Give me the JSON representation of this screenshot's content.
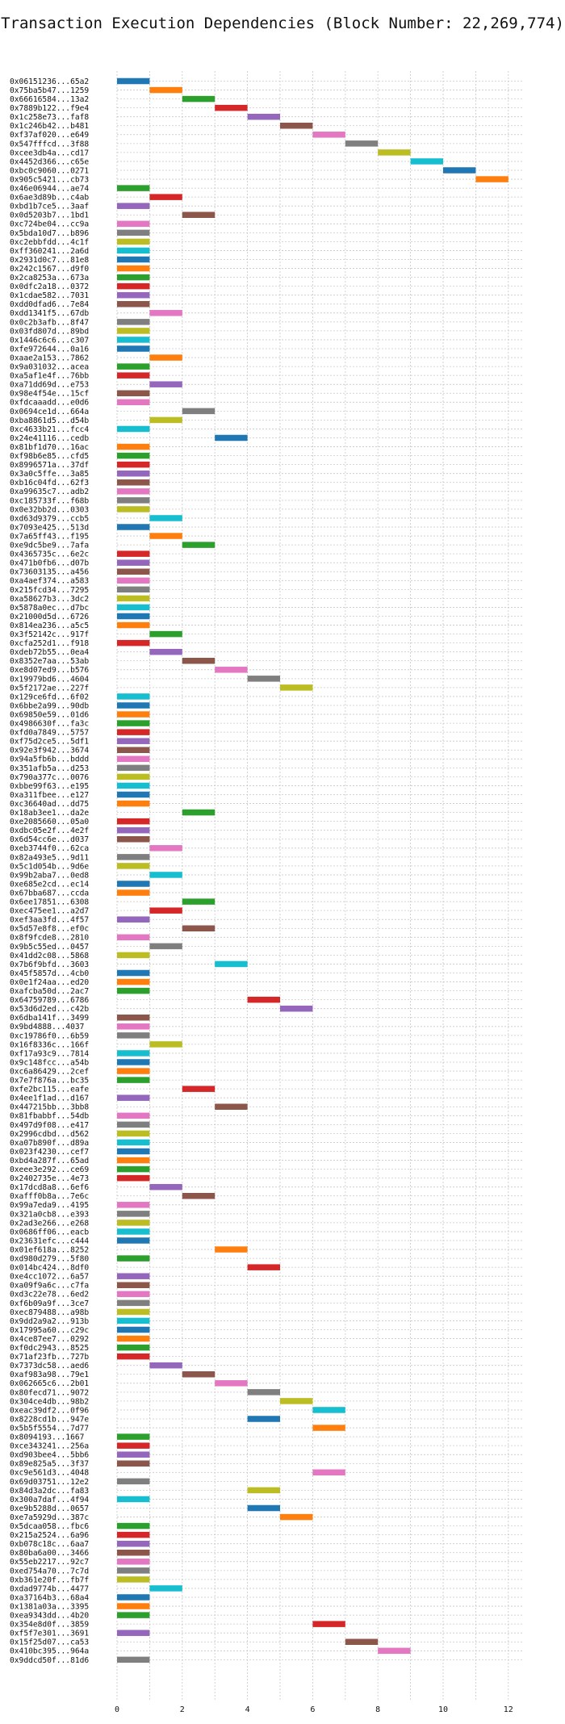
{
  "chart_data": {
    "type": "bar",
    "title": "Transaction Execution Dependencies (Block Number: 22,269,774)",
    "xlabel": "",
    "ylabel": "",
    "xlim": [
      0,
      12.8
    ],
    "xticks": [
      0,
      2,
      4,
      6,
      8,
      10,
      12
    ],
    "grid": true,
    "orientation": "horizontal-gantt",
    "palette": [
      "#1f77b4",
      "#ff7f0e",
      "#2ca02c",
      "#d62728",
      "#9467bd",
      "#8c564b",
      "#e377c2",
      "#7f7f7f",
      "#bcbd22",
      "#17becf"
    ],
    "transactions": [
      {
        "label": "0x06151236...65a2",
        "start": 0
      },
      {
        "label": "0x75ba5b47...1259",
        "start": 1
      },
      {
        "label": "0x66616584...13a2",
        "start": 2
      },
      {
        "label": "0x7889b122...f9e4",
        "start": 3
      },
      {
        "label": "0x1c258e73...faf8",
        "start": 4
      },
      {
        "label": "0x1c246b42...b481",
        "start": 5
      },
      {
        "label": "0xf37af020...e649",
        "start": 6
      },
      {
        "label": "0x547fffcd...3f88",
        "start": 7
      },
      {
        "label": "0xcee3db4a...cd17",
        "start": 8
      },
      {
        "label": "0x4452d366...c65e",
        "start": 9
      },
      {
        "label": "0xbc0c9060...0271",
        "start": 10
      },
      {
        "label": "0x905c5421...cb73",
        "start": 11
      },
      {
        "label": "0x46e06944...ae74",
        "start": 0
      },
      {
        "label": "0x6ae3d89b...c4ab",
        "start": 1
      },
      {
        "label": "0xbd1b7ce5...3aaf",
        "start": 0
      },
      {
        "label": "0x0d5203b7...1bd1",
        "start": 2
      },
      {
        "label": "0xc724be04...cc9a",
        "start": 0
      },
      {
        "label": "0x5bda10d7...b896",
        "start": 0
      },
      {
        "label": "0xc2ebbfdd...4c1f",
        "start": 0
      },
      {
        "label": "0xff360241...2a6d",
        "start": 0
      },
      {
        "label": "0x2931d0c7...81e8",
        "start": 0
      },
      {
        "label": "0x242c1567...d9f0",
        "start": 0
      },
      {
        "label": "0x2ca8253a...673a",
        "start": 0
      },
      {
        "label": "0x0dfc2a18...0372",
        "start": 0
      },
      {
        "label": "0x1cdae582...7031",
        "start": 0
      },
      {
        "label": "0xdd0dfad6...7e84",
        "start": 0
      },
      {
        "label": "0xdd1341f5...67db",
        "start": 1
      },
      {
        "label": "0x0c2b3afb...8f47",
        "start": 0
      },
      {
        "label": "0x03fd807d...89bd",
        "start": 0
      },
      {
        "label": "0x1446c6c6...c307",
        "start": 0
      },
      {
        "label": "0xfe972644...0a16",
        "start": 0
      },
      {
        "label": "0xaae2a153...7862",
        "start": 1
      },
      {
        "label": "0x9a031032...acea",
        "start": 0
      },
      {
        "label": "0xa5af1e4f...76bb",
        "start": 0
      },
      {
        "label": "0xa71dd69d...e753",
        "start": 1
      },
      {
        "label": "0x98e4f54e...15cf",
        "start": 0
      },
      {
        "label": "0xfdcaaadd...e0d6",
        "start": 0
      },
      {
        "label": "0x0694ce1d...664a",
        "start": 2
      },
      {
        "label": "0xba8861d5...d54b",
        "start": 1
      },
      {
        "label": "0xc4633b21...fcc4",
        "start": 0
      },
      {
        "label": "0x24e41116...cedb",
        "start": 3
      },
      {
        "label": "0x81bf1d70...16ac",
        "start": 0
      },
      {
        "label": "0xf98b6e85...cfd5",
        "start": 0
      },
      {
        "label": "0x8996571a...37df",
        "start": 0
      },
      {
        "label": "0x3a0c5ffe...3a85",
        "start": 0
      },
      {
        "label": "0xb16c04fd...62f3",
        "start": 0
      },
      {
        "label": "0xa99635c7...adb2",
        "start": 0
      },
      {
        "label": "0xc185733f...f68b",
        "start": 0
      },
      {
        "label": "0x0e32bb2d...0303",
        "start": 0
      },
      {
        "label": "0xd63d9379...ccb5",
        "start": 1
      },
      {
        "label": "0x7093e425...513d",
        "start": 0
      },
      {
        "label": "0x7a65ff43...f195",
        "start": 1
      },
      {
        "label": "0xe9dc5be9...7afa",
        "start": 2
      },
      {
        "label": "0x4365735c...6e2c",
        "start": 0
      },
      {
        "label": "0x471b0fb6...d07b",
        "start": 0
      },
      {
        "label": "0x73603135...a456",
        "start": 0
      },
      {
        "label": "0xa4aef374...a583",
        "start": 0
      },
      {
        "label": "0x215fcd34...7295",
        "start": 0
      },
      {
        "label": "0xa58627b3...3dc2",
        "start": 0
      },
      {
        "label": "0x5878a0ec...d7bc",
        "start": 0
      },
      {
        "label": "0x21000d5d...6726",
        "start": 0
      },
      {
        "label": "0x814ea236...a5c5",
        "start": 0
      },
      {
        "label": "0x3f52142c...917f",
        "start": 1
      },
      {
        "label": "0xcfa252d1...f918",
        "start": 0
      },
      {
        "label": "0xdeb72b55...0ea4",
        "start": 1
      },
      {
        "label": "0x8352e7aa...53ab",
        "start": 2
      },
      {
        "label": "0xe8d07ed9...b576",
        "start": 3
      },
      {
        "label": "0x19979bd6...4604",
        "start": 4
      },
      {
        "label": "0x5f2172ae...227f",
        "start": 5
      },
      {
        "label": "0x129ce6fd...6f02",
        "start": 0
      },
      {
        "label": "0x6bbe2a99...90db",
        "start": 0
      },
      {
        "label": "0x69850e59...01d6",
        "start": 0
      },
      {
        "label": "0x4986630f...fa3c",
        "start": 0
      },
      {
        "label": "0xfd0a7849...5757",
        "start": 0
      },
      {
        "label": "0xf75d2ce5...5df1",
        "start": 0
      },
      {
        "label": "0x92e3f942...3674",
        "start": 0
      },
      {
        "label": "0x94a5fb6b...bddd",
        "start": 0
      },
      {
        "label": "0x351afb5a...d253",
        "start": 0
      },
      {
        "label": "0x790a377c...0076",
        "start": 0
      },
      {
        "label": "0xbbe99f63...e195",
        "start": 0
      },
      {
        "label": "0xa311fbee...e127",
        "start": 0
      },
      {
        "label": "0xc36640ad...dd75",
        "start": 0
      },
      {
        "label": "0x18ab3ee1...da2e",
        "start": 2
      },
      {
        "label": "0xe2085660...05a0",
        "start": 0
      },
      {
        "label": "0xdbc05e2f...4e2f",
        "start": 0
      },
      {
        "label": "0x6d54cc6e...d037",
        "start": 0
      },
      {
        "label": "0xeb3744f0...62ca",
        "start": 1
      },
      {
        "label": "0x82a493e5...9d11",
        "start": 0
      },
      {
        "label": "0x5c1d054b...9d6e",
        "start": 0
      },
      {
        "label": "0x99b2aba7...0ed8",
        "start": 1
      },
      {
        "label": "0xe685e2cd...ec14",
        "start": 0
      },
      {
        "label": "0x67bba687...ccda",
        "start": 0
      },
      {
        "label": "0x6ee17851...6308",
        "start": 2
      },
      {
        "label": "0xec475ee1...a2d7",
        "start": 1
      },
      {
        "label": "0xef3aa3fd...4f57",
        "start": 0
      },
      {
        "label": "0x5d57e8f8...ef0c",
        "start": 2
      },
      {
        "label": "0x8f9fcde8...2810",
        "start": 0
      },
      {
        "label": "0x9b5c55ed...0457",
        "start": 1
      },
      {
        "label": "0x41dd2c08...5868",
        "start": 0
      },
      {
        "label": "0x7b6f9bfd...3603",
        "start": 3
      },
      {
        "label": "0x45f5857d...4cb0",
        "start": 0
      },
      {
        "label": "0x0e1f24aa...ed20",
        "start": 0
      },
      {
        "label": "0xafcba50d...2ac7",
        "start": 0
      },
      {
        "label": "0x64759789...6786",
        "start": 4
      },
      {
        "label": "0x53d6d2ed...c42b",
        "start": 5
      },
      {
        "label": "0x6dba141f...3499",
        "start": 0
      },
      {
        "label": "0x9bd4888...4037",
        "start": 0
      },
      {
        "label": "0xc19786f0...6b59",
        "start": 0
      },
      {
        "label": "0x16f8336c...166f",
        "start": 1
      },
      {
        "label": "0xf17a93c9...7814",
        "start": 0
      },
      {
        "label": "0x9c148fcc...a54b",
        "start": 0
      },
      {
        "label": "0xc6a86429...2cef",
        "start": 0
      },
      {
        "label": "0x7e7f876a...bc35",
        "start": 0
      },
      {
        "label": "0xfe2bc115...eafe",
        "start": 2
      },
      {
        "label": "0x4ee1f1ad...d167",
        "start": 0
      },
      {
        "label": "0x447215bb...3bb8",
        "start": 3
      },
      {
        "label": "0x81fbabbf...54db",
        "start": 0
      },
      {
        "label": "0x497d9f08...e417",
        "start": 0
      },
      {
        "label": "0x2996cdbd...d562",
        "start": 0
      },
      {
        "label": "0xa07b890f...d89a",
        "start": 0
      },
      {
        "label": "0x023f4230...cef7",
        "start": 0
      },
      {
        "label": "0xbd4a287f...65ad",
        "start": 0
      },
      {
        "label": "0xeee3e292...ce69",
        "start": 0
      },
      {
        "label": "0x2402735e...4e73",
        "start": 0
      },
      {
        "label": "0x17dcd8a8...6ef6",
        "start": 1
      },
      {
        "label": "0xafff0b8a...7e6c",
        "start": 2
      },
      {
        "label": "0x99a7eda9...4195",
        "start": 0
      },
      {
        "label": "0x321a0cb8...e393",
        "start": 0
      },
      {
        "label": "0x2ad3e266...e268",
        "start": 0
      },
      {
        "label": "0x0686ff06...eacb",
        "start": 0
      },
      {
        "label": "0x23631efc...c444",
        "start": 0
      },
      {
        "label": "0x01ef618a...8252",
        "start": 3
      },
      {
        "label": "0xd980d279...5f80",
        "start": 0
      },
      {
        "label": "0x014bc424...8df0",
        "start": 4
      },
      {
        "label": "0xe4cc1072...6a57",
        "start": 0
      },
      {
        "label": "0xa09f9a6c...c7fa",
        "start": 0
      },
      {
        "label": "0xd3c22e78...6ed2",
        "start": 0
      },
      {
        "label": "0xf6b09a9f...3ce7",
        "start": 0
      },
      {
        "label": "0xec879488...a98b",
        "start": 0
      },
      {
        "label": "0x9dd2a9a2...913b",
        "start": 0
      },
      {
        "label": "0x17995a60...c29c",
        "start": 0
      },
      {
        "label": "0x4ce87ee7...0292",
        "start": 0
      },
      {
        "label": "0xf0dc2943...8525",
        "start": 0
      },
      {
        "label": "0x71af23fb...727b",
        "start": 0
      },
      {
        "label": "0x7373dc58...aed6",
        "start": 1
      },
      {
        "label": "0xaf983a98...79e1",
        "start": 2
      },
      {
        "label": "0x062665c6...2b01",
        "start": 3
      },
      {
        "label": "0x80fecd71...9072",
        "start": 4
      },
      {
        "label": "0x304ce4db...98b2",
        "start": 5
      },
      {
        "label": "0xeac39df2...0f96",
        "start": 6
      },
      {
        "label": "0x8228cd1b...947e",
        "start": 4
      },
      {
        "label": "0x5b5f5554...7d77",
        "start": 6
      },
      {
        "label": "0x8094193...1667",
        "start": 0
      },
      {
        "label": "0xce343241...256a",
        "start": 0
      },
      {
        "label": "0xd903bee4...5bb6",
        "start": 0
      },
      {
        "label": "0x89e825a5...3f37",
        "start": 0
      },
      {
        "label": "0xc9e561d3...4048",
        "start": 6
      },
      {
        "label": "0x69d03751...12e2",
        "start": 0
      },
      {
        "label": "0x84d3a2dc...fa83",
        "start": 4
      },
      {
        "label": "0x300a7daf...4f94",
        "start": 0
      },
      {
        "label": "0xe9b5288d...0657",
        "start": 4
      },
      {
        "label": "0xe7a5929d...387c",
        "start": 5
      },
      {
        "label": "0x5dcaa058...fbc6",
        "start": 0
      },
      {
        "label": "0x215a2524...6a96",
        "start": 0
      },
      {
        "label": "0xb078c18c...6aa7",
        "start": 0
      },
      {
        "label": "0x80ba6a00...3466",
        "start": 0
      },
      {
        "label": "0x55eb2217...92c7",
        "start": 0
      },
      {
        "label": "0xed754a70...7c7d",
        "start": 0
      },
      {
        "label": "0xb361e20f...fb7f",
        "start": 0
      },
      {
        "label": "0xdad9774b...4477",
        "start": 1
      },
      {
        "label": "0xa37164b3...68a4",
        "start": 0
      },
      {
        "label": "0x1381a03a...3395",
        "start": 0
      },
      {
        "label": "0xea9343dd...4b20",
        "start": 0
      },
      {
        "label": "0x354e8d0f...3859",
        "start": 6
      },
      {
        "label": "0xf5f7e301...3691",
        "start": 0
      },
      {
        "label": "0x15f25d07...ca53",
        "start": 7
      },
      {
        "label": "0x410bc395...964a",
        "start": 8
      },
      {
        "label": "0x9ddcd50f...81d6",
        "start": 0
      }
    ]
  }
}
